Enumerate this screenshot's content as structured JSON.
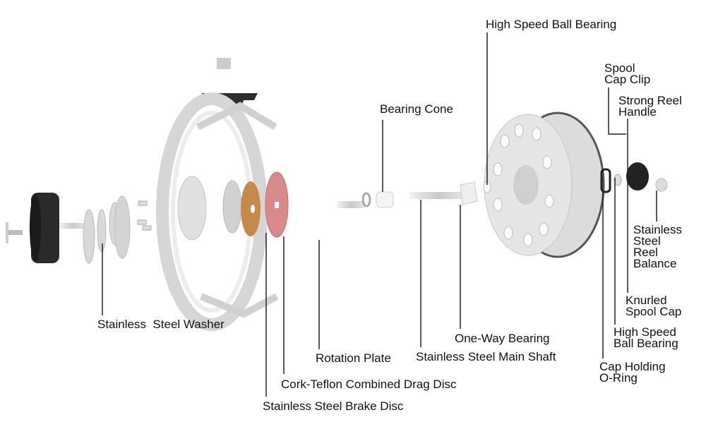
{
  "labels": {
    "high_speed_ball_bearing_top": "High Speed Ball Bearing",
    "spool_cap_clip": [
      "Spool",
      "Cap Clip"
    ],
    "strong_reel_handle": [
      "Strong Reel",
      "Handle"
    ],
    "bearing_cone": "Bearing Cone",
    "reel_balance": [
      "Stainless",
      "Steel",
      "Reel",
      "Balance"
    ],
    "knurled_spool_cap": [
      "Knurled",
      "Spool Cap"
    ],
    "high_speed_ball_bearing_right": [
      "High Speed",
      "Ball Bearing"
    ],
    "cap_holding_o_ring": [
      "Cap Holding",
      "O-Ring"
    ],
    "one_way_bearing": "One-Way Bearing",
    "main_shaft": "Stainless Steel Main Shaft",
    "rotation_plate": "Rotation Plate",
    "drag_disc": "Cork-Teflon Combined Drag Disc",
    "brake_disc": "Stainless Steel Brake Disc",
    "washer": "Stainless  Steel Washer"
  },
  "colors": {
    "metal": "#d4d4d4",
    "dark": "#2a2a2a",
    "cork": "#c48a4c",
    "rotation_plate": "#d98a8a"
  }
}
